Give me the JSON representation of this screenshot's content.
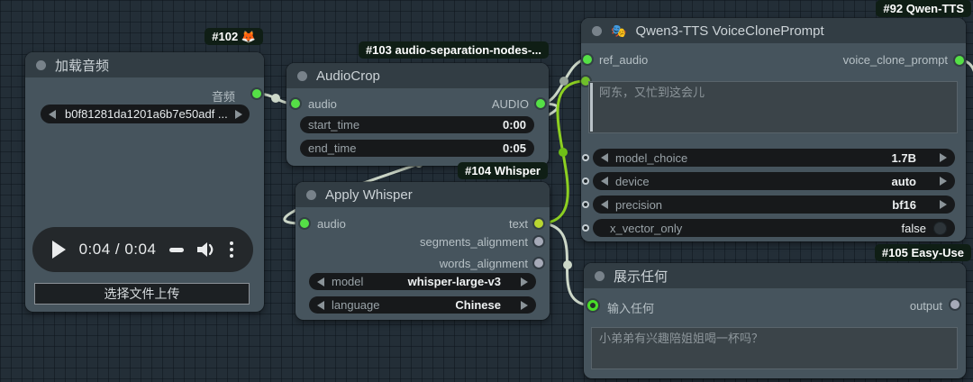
{
  "colors": {
    "link": "#ccd7c8",
    "link_highlight": "#8ccf21",
    "socket_connected": "#55e046",
    "socket_free": "#a6aab8",
    "badge_bg": "#0f1e15",
    "node_body": "#46545d",
    "node_header": "#323d44"
  },
  "nodes": {
    "load_audio": {
      "badge": "#102 🦊",
      "title": "加载音频",
      "output": "音频",
      "file_combo": "b0f81281da1201a6b7e50adf ...",
      "player_time": "0:04 / 0:04",
      "upload_button": "选择文件上传"
    },
    "audiocrop": {
      "badge": "#103 audio-separation-nodes-...",
      "title": "AudioCrop",
      "input": "audio",
      "output": "AUDIO",
      "widgets": [
        {
          "label": "start_time",
          "value": "0:00"
        },
        {
          "label": "end_time",
          "value": "0:05"
        }
      ]
    },
    "apply_whisper": {
      "badge": "#104 Whisper",
      "title": "Apply Whisper",
      "input": "audio",
      "outputs": [
        {
          "label": "text"
        },
        {
          "label": "segments_alignment"
        },
        {
          "label": "words_alignment"
        }
      ],
      "widgets": [
        {
          "label": "model",
          "value": "whisper-large-v3"
        },
        {
          "label": "language",
          "value": "Chinese"
        }
      ]
    },
    "qwen_tts": {
      "badge": "#92 Qwen-TTS",
      "title": "Qwen3-TTS VoiceClonePrompt",
      "title_icon": "🎭",
      "input": "ref_audio",
      "output": "voice_clone_prompt",
      "text_value": "阿东，又忙到这会儿",
      "widgets": [
        {
          "label": "model_choice",
          "value": "1.7B"
        },
        {
          "label": "device",
          "value": "auto"
        },
        {
          "label": "precision",
          "value": "bf16"
        },
        {
          "label": "x_vector_only",
          "value": "false"
        }
      ]
    },
    "show_any": {
      "badge": "#105 Easy-Use",
      "title": "展示任何",
      "input": "输入任何",
      "output": "output",
      "text_value": "小弟弟有兴趣陪姐姐喝一杯吗？"
    }
  }
}
